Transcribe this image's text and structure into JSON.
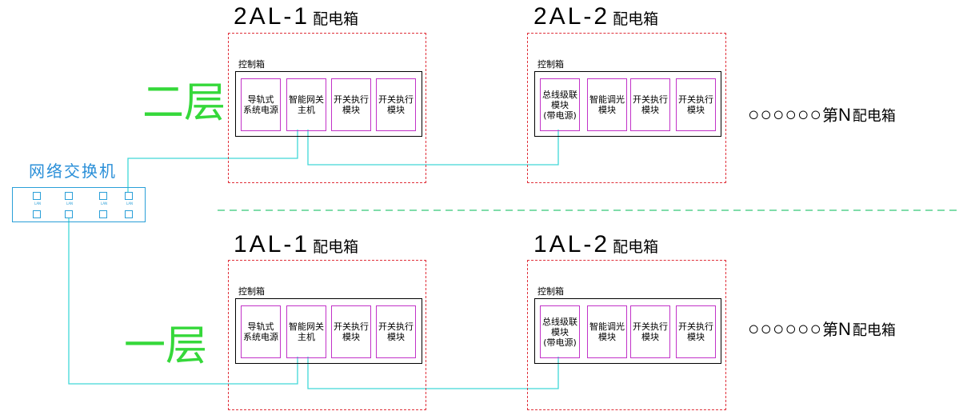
{
  "floors": {
    "upper": "二层",
    "lower": "一层"
  },
  "switch": {
    "title": "网络交换机",
    "port_label": "LAN"
  },
  "panels": [
    {
      "id": "2al1",
      "name": "2AL-1",
      "suffix": "配电箱",
      "ctrl": "控制箱",
      "modules": [
        "导轨式\n系统电源",
        "智能网关\n主机",
        "开关执行\n模块",
        "开关执行\n模块"
      ]
    },
    {
      "id": "2al2",
      "name": "2AL-2",
      "suffix": "配电箱",
      "ctrl": "控制箱",
      "modules": [
        "总线级联\n模块\n(带电源)",
        "智能调光\n模块",
        "开关执行\n模块",
        "开关执行\n模块"
      ]
    },
    {
      "id": "1al1",
      "name": "1AL-1",
      "suffix": "配电箱",
      "ctrl": "控制箱",
      "modules": [
        "导轨式\n系统电源",
        "智能网关\n主机",
        "开关执行\n模块",
        "开关执行\n模块"
      ]
    },
    {
      "id": "1al2",
      "name": "1AL-2",
      "suffix": "配电箱",
      "ctrl": "控制箱",
      "modules": [
        "总线级联\n模块\n(带电源)",
        "智能调光\n模块",
        "开关执行\n模块",
        "开关执行\n模块"
      ]
    }
  ],
  "nth_box": {
    "circles": "○○○○○○",
    "di": "第",
    "n": "N",
    "suffix": "配电箱"
  },
  "colors": {
    "panel_border": "#e0303a",
    "module_border": "#c232c8",
    "floor_text": "#35d83a",
    "network_line": "#40d8d8",
    "switch": "#2a9fd8",
    "divider": "#35c878"
  }
}
